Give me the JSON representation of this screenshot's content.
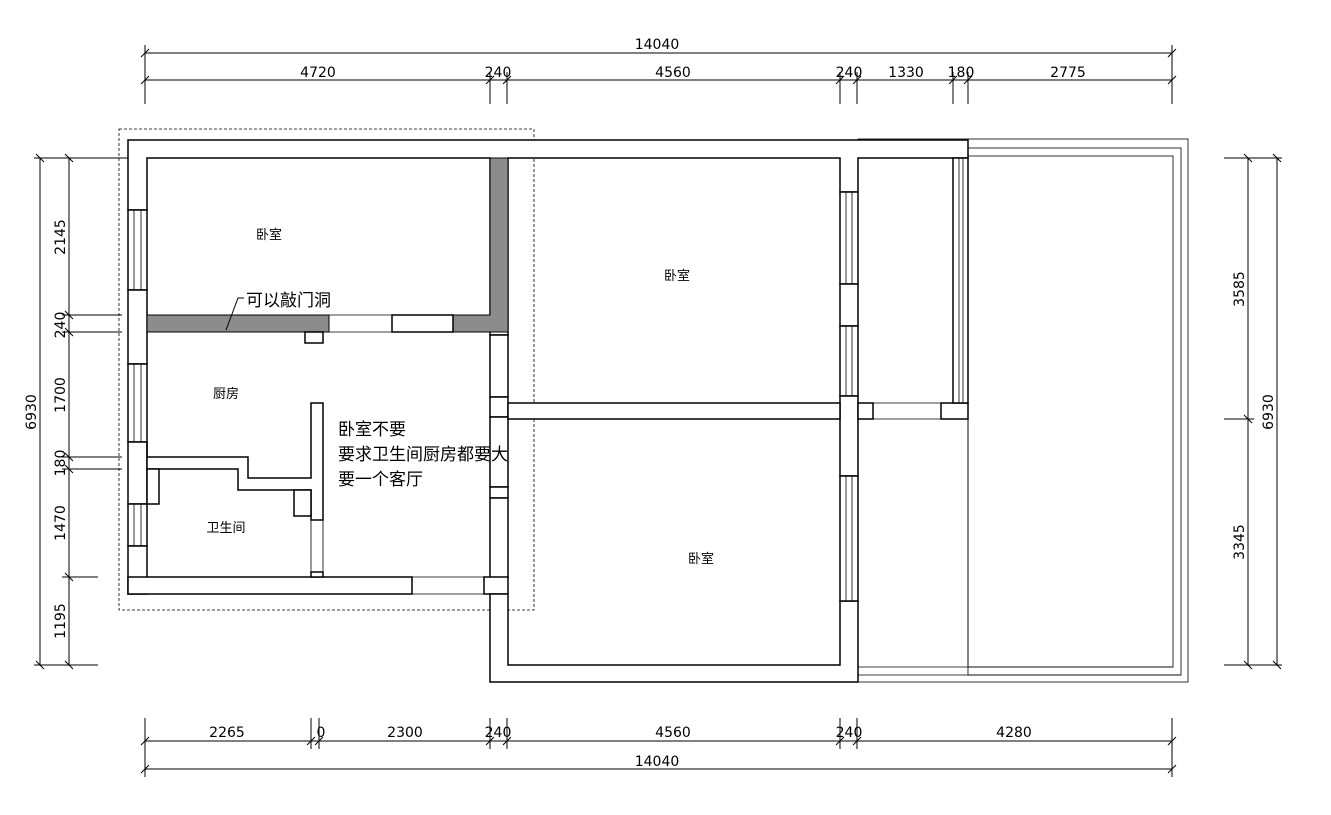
{
  "top_dims": {
    "total": "14040",
    "segments": [
      "4720",
      "240",
      "4560",
      "240",
      "1330",
      "180",
      "2775"
    ]
  },
  "bottom_dims": {
    "total": "14040",
    "segments": [
      "2265",
      "0",
      "2300",
      "240",
      "4560",
      "240",
      "4280"
    ]
  },
  "left_dims": {
    "total": "6930",
    "segments": [
      "2145",
      "240",
      "1700",
      "180",
      "1470",
      "1195"
    ]
  },
  "right_dims": {
    "total": "6930",
    "segments": [
      "3585",
      "3345"
    ]
  },
  "rooms": {
    "bedroom_top_left": "卧室",
    "bedroom_middle": "卧室",
    "bedroom_bottom": "卧室",
    "kitchen": "厨房",
    "bathroom": "卫生间"
  },
  "annotations": {
    "door_note": "可以敲门洞",
    "requirement_line1": "卧室不要",
    "requirement_line2": "要求卫生间厨房都要大",
    "requirement_line3": "要一个客厅"
  }
}
